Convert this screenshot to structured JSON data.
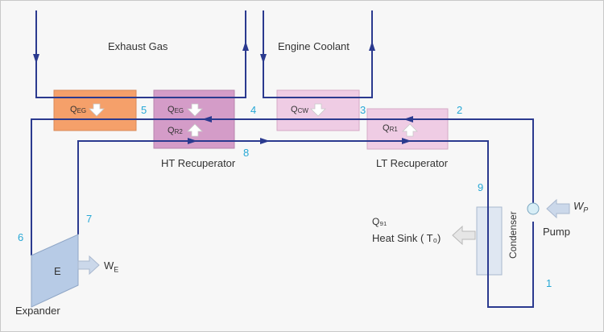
{
  "labels": {
    "exhaust_gas": "Exhaust Gas",
    "engine_coolant": "Engine Coolant",
    "ht_recuperator": "HT Recuperator",
    "lt_recuperator": "LT Recuperator",
    "expander": "Expander",
    "expander_symbol": "E",
    "condenser": "Condenser",
    "pump": "Pump",
    "heat_sink": "Heat Sink ( T₀)",
    "q91": "Q₉₁"
  },
  "heat_labels": {
    "qeg_1_main": "Q",
    "qeg_1_sub": "EG",
    "qeg_2_main": "Q",
    "qeg_2_sub": "EG",
    "qr2_main": "Q",
    "qr2_sub": "R2",
    "qcw_main": "Q",
    "qcw_sub": "CW",
    "qr1_main": "Q",
    "qr1_sub": "R1",
    "we_main": "W",
    "we_sub": "E",
    "wp_main": "W",
    "wp_sub": "P"
  },
  "state_points": [
    "1",
    "2",
    "3",
    "4",
    "5",
    "6",
    "7",
    "8",
    "9"
  ],
  "colors": {
    "line": "#2b3a8f",
    "exhaust_box": "#f5a06a",
    "ht_box": "#d49cc8",
    "coolant_box": "#efcce4",
    "lt_box": "#efcce4",
    "expander": "#b7cbe6",
    "condenser": "#dfe7f2",
    "heat_arrow": "#cbd8ea",
    "state_number": "#27a8d6"
  }
}
